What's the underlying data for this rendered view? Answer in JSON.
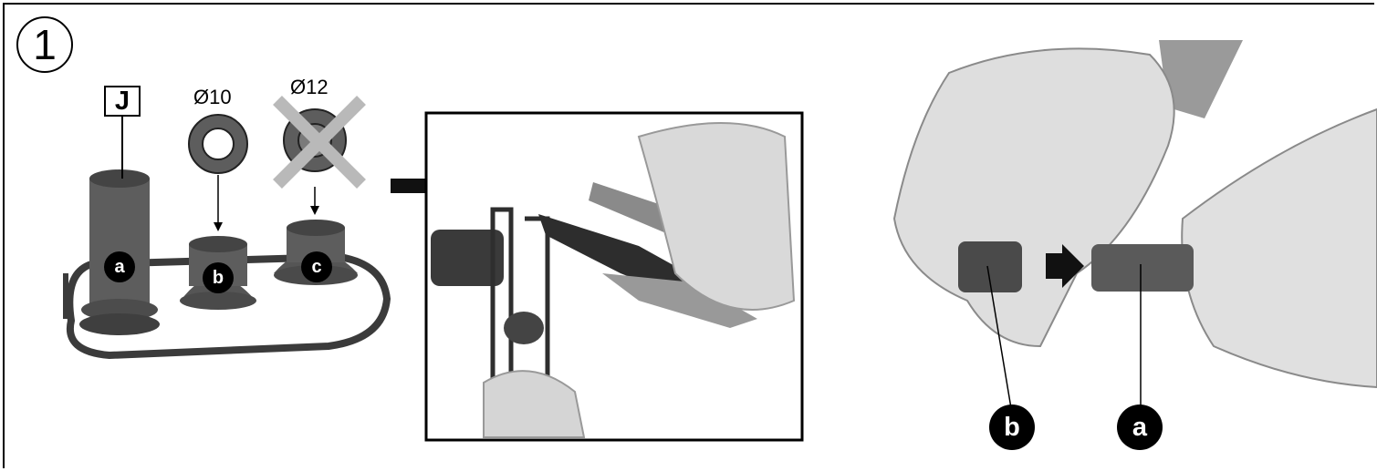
{
  "step": {
    "number": "1"
  },
  "sprue": {
    "part_letter": "J",
    "option_10": "Ø10",
    "option_12": "Ø12"
  },
  "callouts": {
    "a": "a",
    "b": "b",
    "c": "c"
  },
  "colors": {
    "part_gray": "#5d5d5d",
    "cross_gray": "#b9b9b9",
    "ink": "#000000"
  }
}
